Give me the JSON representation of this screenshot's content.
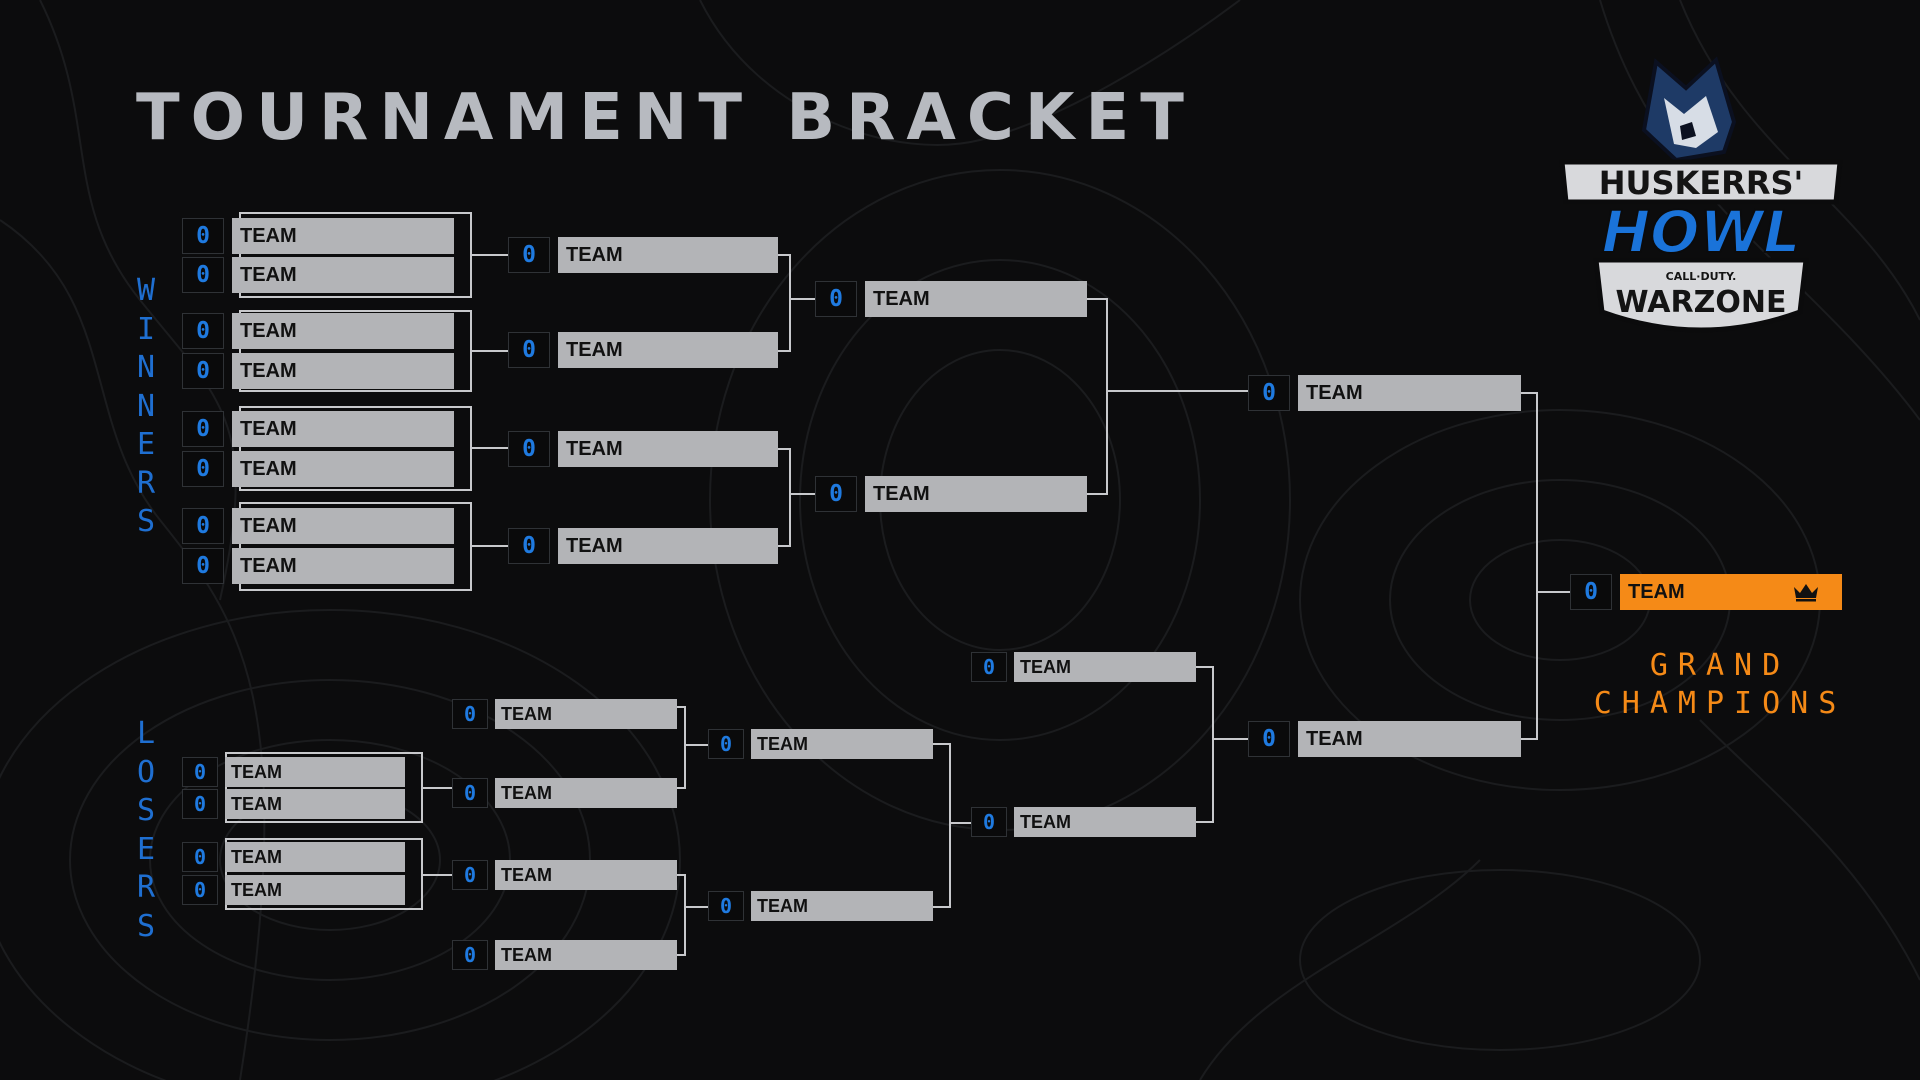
{
  "title": "TOURNAMENT BRACKET",
  "sections": {
    "winners": "WINNERS",
    "losers": "LOSERS"
  },
  "champion_label": "GRAND CHAMPIONS",
  "logo": {
    "line1": "HUSKERRS'",
    "line2": "HOWL",
    "line3": "CALL·DUTY.",
    "line4": "WARZONE"
  },
  "colors": {
    "accent_blue": "#1f7ae0",
    "accent_orange": "#f58a17",
    "slot_gray": "#b3b4b7",
    "background": "#0c0c0d"
  },
  "winners_bracket": {
    "round1": [
      {
        "score": "0",
        "team": "TEAM"
      },
      {
        "score": "0",
        "team": "TEAM"
      },
      {
        "score": "0",
        "team": "TEAM"
      },
      {
        "score": "0",
        "team": "TEAM"
      },
      {
        "score": "0",
        "team": "TEAM"
      },
      {
        "score": "0",
        "team": "TEAM"
      },
      {
        "score": "0",
        "team": "TEAM"
      },
      {
        "score": "0",
        "team": "TEAM"
      }
    ],
    "round2": [
      {
        "score": "0",
        "team": "TEAM"
      },
      {
        "score": "0",
        "team": "TEAM"
      },
      {
        "score": "0",
        "team": "TEAM"
      },
      {
        "score": "0",
        "team": "TEAM"
      }
    ],
    "round3": [
      {
        "score": "0",
        "team": "TEAM"
      },
      {
        "score": "0",
        "team": "TEAM"
      }
    ],
    "final": {
      "score": "0",
      "team": "TEAM"
    }
  },
  "losers_bracket": {
    "round1": [
      {
        "score": "0",
        "team": "TEAM"
      },
      {
        "score": "0",
        "team": "TEAM"
      },
      {
        "score": "0",
        "team": "TEAM"
      },
      {
        "score": "0",
        "team": "TEAM"
      }
    ],
    "round2": [
      {
        "score": "0",
        "team": "TEAM"
      },
      {
        "score": "0",
        "team": "TEAM"
      },
      {
        "score": "0",
        "team": "TEAM"
      },
      {
        "score": "0",
        "team": "TEAM"
      }
    ],
    "round3": [
      {
        "score": "0",
        "team": "TEAM"
      },
      {
        "score": "0",
        "team": "TEAM"
      }
    ],
    "round4": [
      {
        "score": "0",
        "team": "TEAM"
      },
      {
        "score": "0",
        "team": "TEAM"
      }
    ],
    "final": {
      "score": "0",
      "team": "TEAM"
    }
  },
  "grand_final": {
    "score": "0",
    "team": "TEAM",
    "icon": "crown-icon"
  }
}
